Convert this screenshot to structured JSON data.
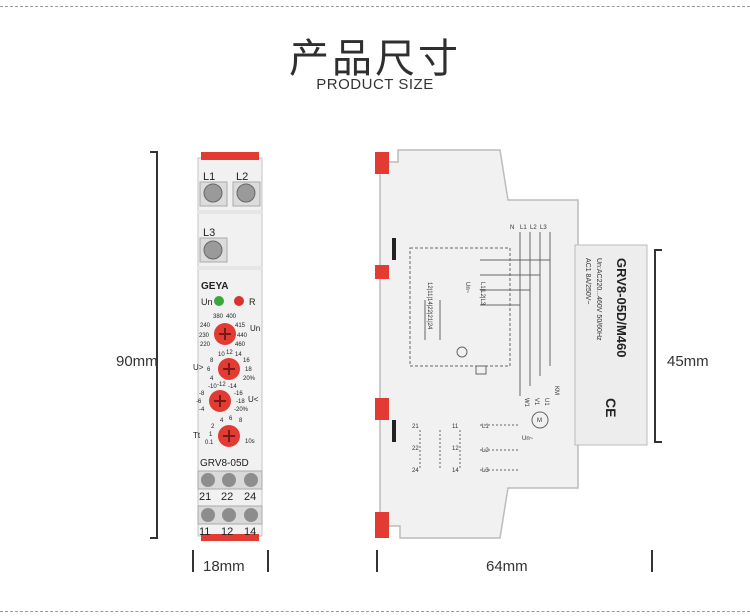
{
  "title": "产品尺寸",
  "subtitle": "PRODUCT SIZE",
  "dimensions": {
    "height_total": "90mm",
    "width_front": "18mm",
    "depth": "64mm",
    "height_front_face": "45mm"
  },
  "front_view": {
    "terminals_top": [
      "L1",
      "L2"
    ],
    "terminal_mid": "L3",
    "brand": "GEYA",
    "led_left": "Un",
    "led_right": "R",
    "dial1": {
      "ticks_top": [
        "380",
        "400"
      ],
      "ticks_left": [
        "240",
        "230",
        "220"
      ],
      "ticks_right": [
        "415",
        "440",
        "460"
      ],
      "label": "Un"
    },
    "dial2": {
      "label": "U>",
      "ticks_top": [
        "10",
        "12",
        "14"
      ],
      "ticks_left": [
        "8",
        "6",
        "4"
      ],
      "ticks_right": [
        "16",
        "18",
        "20%"
      ]
    },
    "dial3": {
      "label": "U<",
      "ticks_top": [
        "-10",
        "-12",
        "-14"
      ],
      "ticks_left": [
        "-8",
        "-6",
        "-4"
      ],
      "ticks_right": [
        "-16",
        "-18",
        "-20%"
      ]
    },
    "dial4": {
      "label": "Tt",
      "ticks_top": [
        "4",
        "6",
        "8"
      ],
      "ticks_left": [
        "2",
        "1",
        "0.1"
      ],
      "ticks_right": [
        "10s"
      ]
    },
    "model": "GRV8-05D",
    "terminals_row1": [
      "21",
      "22",
      "24"
    ],
    "terminals_row2": [
      "11",
      "12",
      "14"
    ]
  },
  "side_view": {
    "model_label": "GRV8-05D/M460",
    "spec_line1": "Un:AC220...460V 50/60Hz",
    "spec_line2": "AC1 8A/250V~",
    "ce_mark": "CE",
    "schematic_top_labels": [
      "N",
      "L1",
      "L2",
      "L3"
    ],
    "schematic_terminals": "12|11|14|22|21|24",
    "schematic_inputs": "L1|L2|L3",
    "schematic_un": "Un~",
    "km_label": "KM",
    "motor_labels": [
      "U1",
      "V1",
      "W1",
      "M"
    ],
    "lower_contacts": [
      "21",
      "11",
      "22",
      "12",
      "24",
      "14"
    ],
    "lower_lines": [
      "L1",
      "L2",
      "L3"
    ],
    "lower_un": "Un~"
  },
  "colors": {
    "accent": "#e23b33",
    "body": "#f2f2f2",
    "outline": "#bcbcbc",
    "led_green": "#3aa83a",
    "led_red": "#d9332b"
  }
}
